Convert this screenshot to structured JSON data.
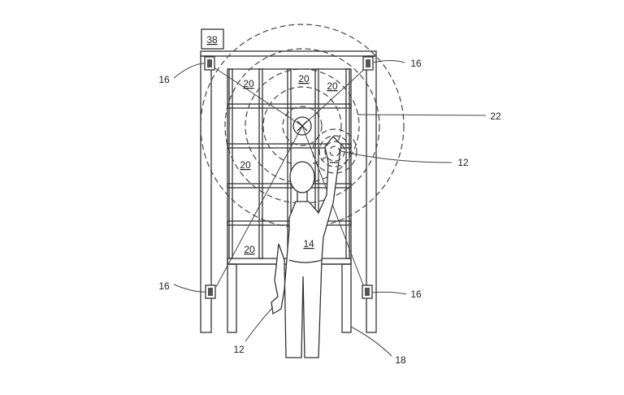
{
  "figure": {
    "controller_label": "38",
    "sensor_labels": [
      "16",
      "16",
      "16",
      "16"
    ],
    "bin_labels": [
      "20",
      "20",
      "20",
      "20",
      "20"
    ],
    "target_label": "22",
    "wristband_labels": [
      "12",
      "12"
    ],
    "worker_label": "14",
    "shelf_label": "18"
  }
}
